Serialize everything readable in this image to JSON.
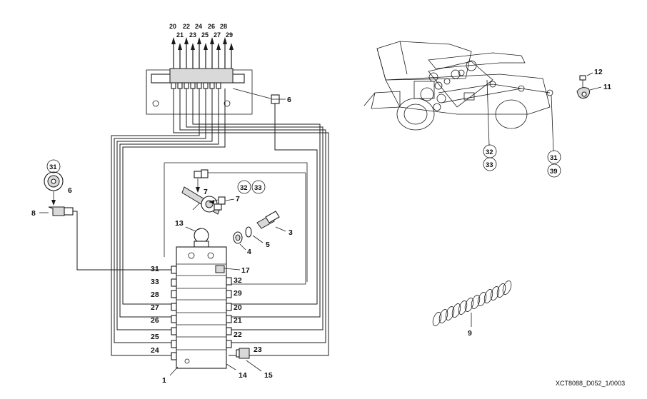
{
  "reference": "XCT8088_D052_1/0003",
  "top_outlets": [
    "20",
    "21",
    "22",
    "23",
    "24",
    "25",
    "26",
    "27",
    "28",
    "29"
  ],
  "callouts": {
    "fitting_top": "6",
    "fitting_left": "6",
    "elbow_left": "8",
    "elbow_a": "7",
    "elbow_b": "7",
    "bolt": "3",
    "washer": "5",
    "seal": "4",
    "lubricator": "13",
    "distributor": "1",
    "plug_bottom": "14",
    "plug_side": "15",
    "plug_label": "23",
    "side_fitting": "17",
    "bolt_small": "12",
    "clip": "11",
    "spring": "9"
  },
  "circled": {
    "left_top": "31",
    "mid_a": "32",
    "mid_b": "33",
    "machine_a1": "32",
    "machine_a2": "33",
    "machine_b1": "31",
    "machine_b2": "39"
  },
  "block_left": [
    "31",
    "33",
    "28",
    "27",
    "26",
    "25",
    "24"
  ],
  "block_right": [
    "32",
    "29",
    "20",
    "21",
    "22"
  ]
}
